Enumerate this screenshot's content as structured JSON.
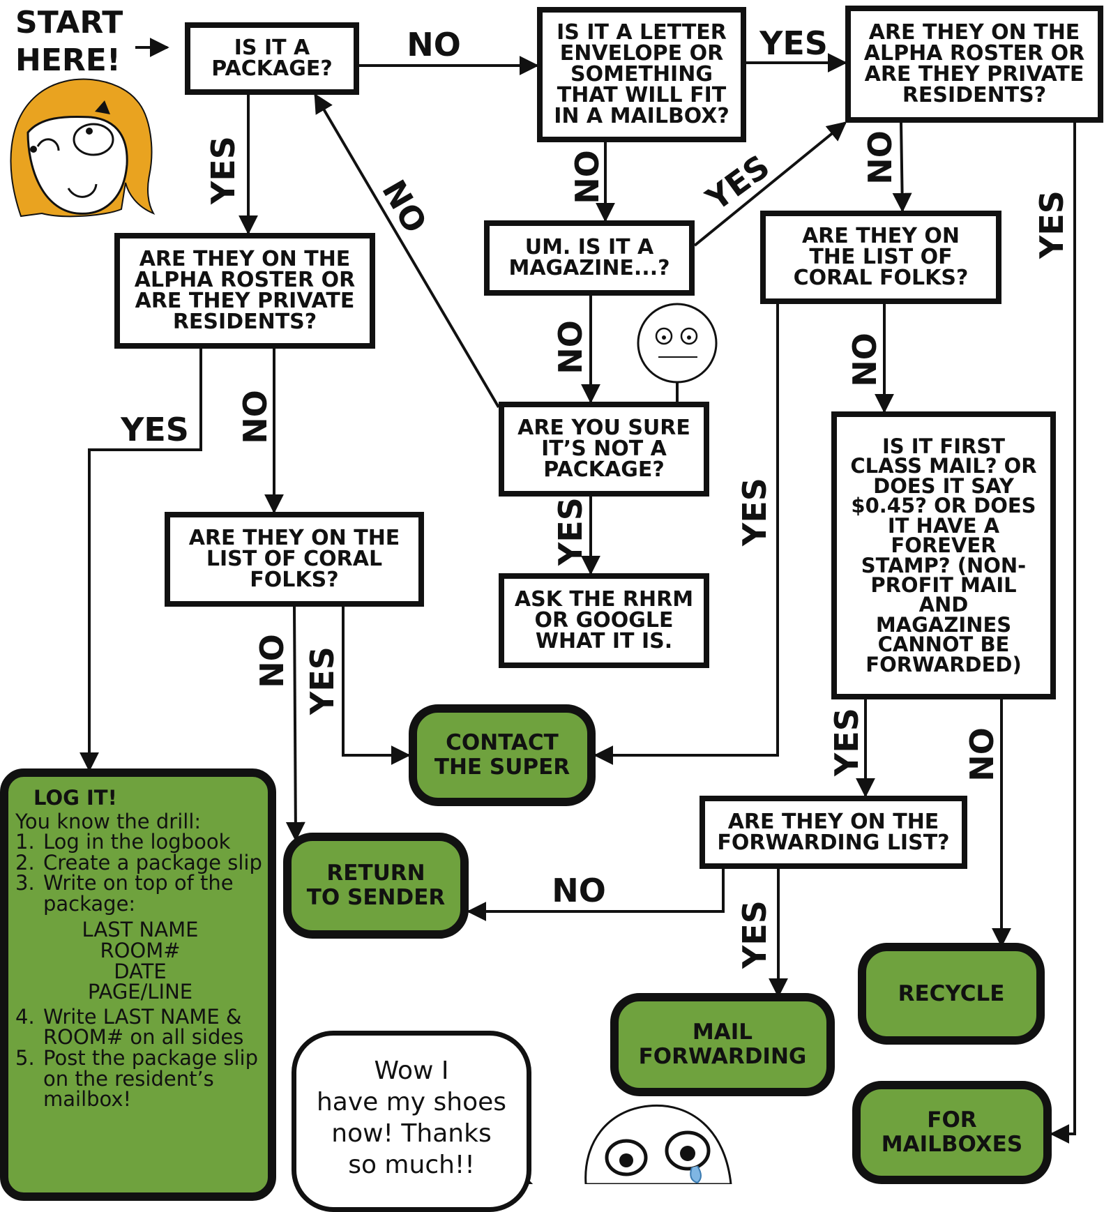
{
  "start_label": "START\nHERE!",
  "nodes": {
    "is_package": "IS IT A\nPACKAGE?",
    "letter_envelope": "IS IT A LETTER\nENVELOPE OR\nSOMETHING\nTHAT WILL FIT\nIN A MAILBOX?",
    "alpha_roster_top": "ARE THEY ON THE\nALPHA ROSTER OR\nARE THEY PRIVATE\nRESIDENTS?",
    "alpha_roster_left": "ARE THEY ON THE\nALPHA ROSTER OR\nARE THEY PRIVATE\nRESIDENTS?",
    "magazine": "UM. IS IT A\nMAGAZINE...?",
    "coral_right": "ARE THEY ON\nTHE LIST OF\nCORAL FOLKS?",
    "coral_left": "ARE THEY ON THE\nLIST OF CORAL\nFOLKS?",
    "sure_not_package": "ARE YOU SURE\nIT’S NOT A\nPACKAGE?",
    "ask_rhrm": "ASK THE RHRM\nOR GOOGLE\nWHAT IT IS.",
    "first_class": "IS IT FIRST\nCLASS MAIL? OR\nDOES IT SAY\n$0.45? OR DOES\nIT HAVE A\nFOREVER\nSTAMP? (NON-\nPROFIT MAIL\nAND\nMAGAZINES\nCANNOT BE\nFORWARDED)",
    "forwarding_list": "ARE THEY ON THE\nFORWARDING LIST?"
  },
  "terminals": {
    "contact_super": "CONTACT\nTHE SUPER",
    "return_sender": "RETURN\nTO SENDER",
    "mail_forwarding": "MAIL\nFORWARDING",
    "recycle": "RECYCLE",
    "for_mailboxes": "FOR\nMAILBOXES"
  },
  "edge_labels": {
    "pkg_no": "NO",
    "pkg_yes": "YES",
    "letter_yes": "YES",
    "letter_no": "NO",
    "sure_no": "NO",
    "mag_yes": "YES",
    "mag_no": "NO",
    "alpha_top_no": "NO",
    "alpha_top_yes": "YES",
    "coral_right_no": "NO",
    "coral_right_yes": "YES",
    "alpha_left_yes": "YES",
    "alpha_left_no": "NO",
    "coral_left_no": "NO",
    "coral_left_yes": "YES",
    "sure_yes": "YES",
    "first_class_yes": "YES",
    "first_class_no": "NO",
    "fwd_no": "NO",
    "fwd_yes": "YES"
  },
  "log_it": {
    "title": "LOG IT!",
    "intro": "You know the drill:",
    "steps": [
      {
        "num": "1.",
        "text": "Log in the logbook"
      },
      {
        "num": "2.",
        "text": "Create a package slip"
      },
      {
        "num": "3.",
        "text": "Write on top of the package:"
      },
      {
        "num": "4.",
        "text": "Write LAST NAME & ROOM# on all sides"
      },
      {
        "num": "5.",
        "text": "Post the package slip on the resident’s mailbox!"
      }
    ],
    "fields": [
      "LAST NAME",
      "ROOM#",
      "DATE",
      "PAGE/LINE"
    ]
  },
  "speech_bubble": "Wow I\nhave my shoes\nnow! Thanks\nso much!!",
  "colors": {
    "terminal_fill": "#6fa23e",
    "stroke": "#111111",
    "hair": "#e9a320"
  }
}
